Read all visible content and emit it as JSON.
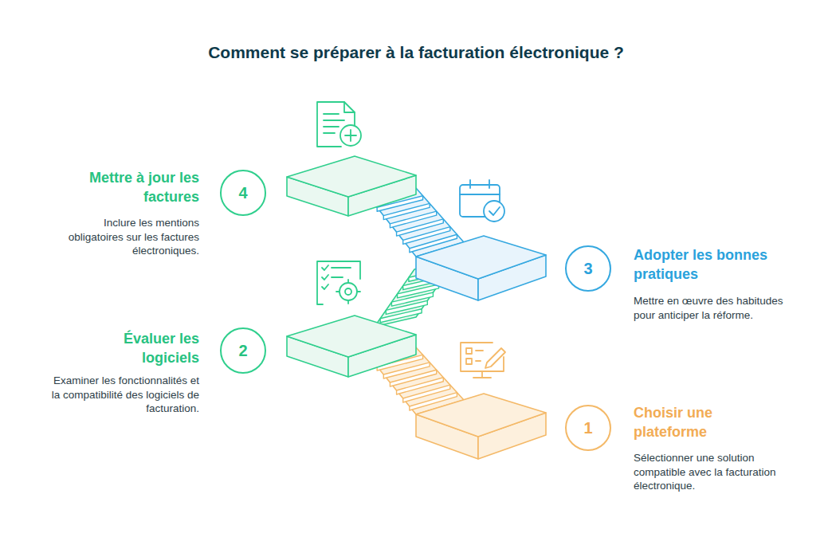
{
  "diagram": {
    "title": "Comment se préparer à la facturation électronique ?",
    "nodes": [
      {
        "text": [
          "1",
          "Choisir une plateforme",
          "Sélectionner une solution compatible avec la facturation électronique."
        ]
      },
      {
        "text": [
          "2",
          "Évaluer les logiciels",
          "Examiner les fonctionnalités et la compatibilité des logiciels de facturation."
        ]
      },
      {
        "text": [
          "3",
          "Adopter les bonnes pratiques",
          "Mettre en œuvre des habitudes pour anticiper la réforme."
        ]
      },
      {
        "text": [
          "4",
          "Mettre à jour les factures",
          "Inclure les mentions obligatoires sur les factures électroniques."
        ]
      }
    ]
  }
}
